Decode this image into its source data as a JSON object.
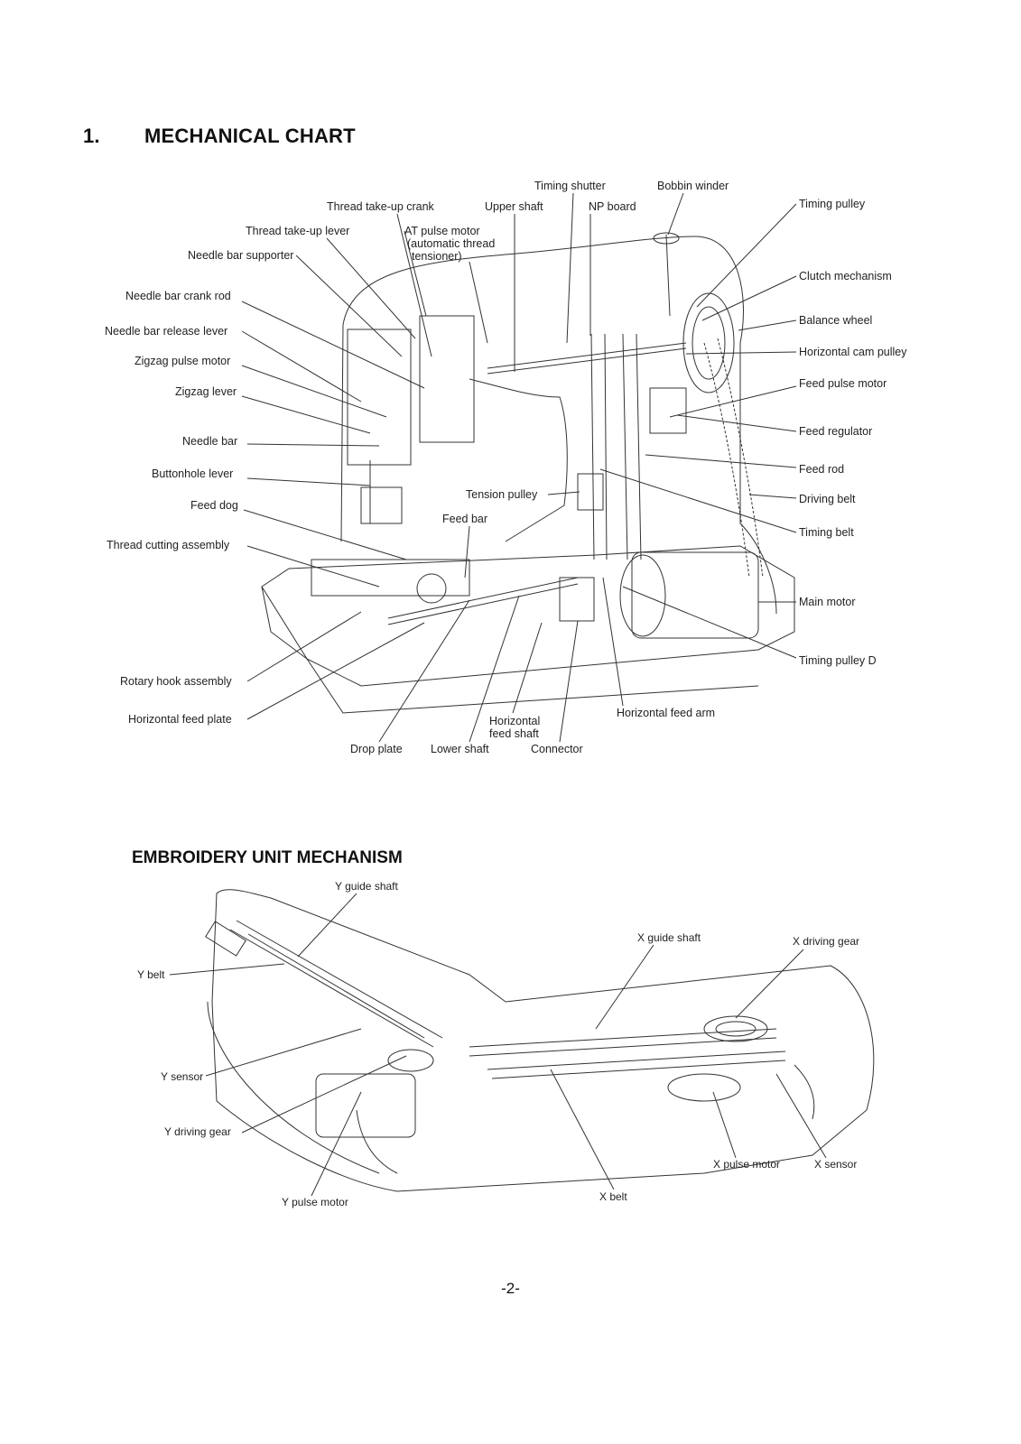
{
  "heading": {
    "number": "1.",
    "title": "MECHANICAL CHART"
  },
  "subheading": "EMBROIDERY UNIT MECHANISM",
  "mechanical_labels": {
    "timing_shutter": "Timing shutter",
    "bobbin_winder": "Bobbin winder",
    "thread_take_up_crank": "Thread take-up crank",
    "upper_shaft": "Upper shaft",
    "np_board": "NP board",
    "timing_pulley": "Timing pulley",
    "thread_take_up_lever": "Thread take-up lever",
    "at_pulse_motor_1": "AT pulse motor",
    "at_pulse_motor_2": "(automatic thread",
    "at_pulse_motor_3": "tensioner)",
    "needle_bar_supporter": "Needle bar supporter",
    "clutch_mechanism": "Clutch mechanism",
    "needle_bar_crank_rod": "Needle bar crank rod",
    "balance_wheel": "Balance wheel",
    "needle_bar_release_lever": "Needle bar release lever",
    "horizontal_cam_pulley": "Horizontal cam pulley",
    "zigzag_pulse_motor": "Zigzag pulse motor",
    "feed_pulse_motor": "Feed pulse motor",
    "zigzag_lever": "Zigzag lever",
    "feed_regulator": "Feed regulator",
    "needle_bar": "Needle bar",
    "feed_rod": "Feed rod",
    "buttonhole_lever": "Buttonhole lever",
    "tension_pulley": "Tension pulley",
    "driving_belt": "Driving belt",
    "feed_dog": "Feed dog",
    "feed_bar": "Feed bar",
    "timing_belt": "Timing belt",
    "thread_cutting_assembly": "Thread cutting assembly",
    "main_motor": "Main motor",
    "timing_pulley_d": "Timing pulley D",
    "rotary_hook_assembly": "Rotary hook assembly",
    "horizontal_feed_arm": "Horizontal feed arm",
    "horizontal_feed_plate": "Horizontal feed plate",
    "horizontal_feed_shaft_1": "Horizontal",
    "horizontal_feed_shaft_2": "feed shaft",
    "drop_plate": "Drop plate",
    "lower_shaft": "Lower shaft",
    "connector": "Connector"
  },
  "embroidery_labels": {
    "y_guide_shaft": "Y guide shaft",
    "x_guide_shaft": "X guide shaft",
    "x_driving_gear": "X driving gear",
    "y_belt": "Y belt",
    "y_sensor": "Y sensor",
    "y_driving_gear": "Y driving gear",
    "x_pulse_motor": "X pulse motor",
    "x_sensor": "X sensor",
    "x_belt": "X belt",
    "y_pulse_motor": "Y pulse motor"
  },
  "footer": "-2-"
}
